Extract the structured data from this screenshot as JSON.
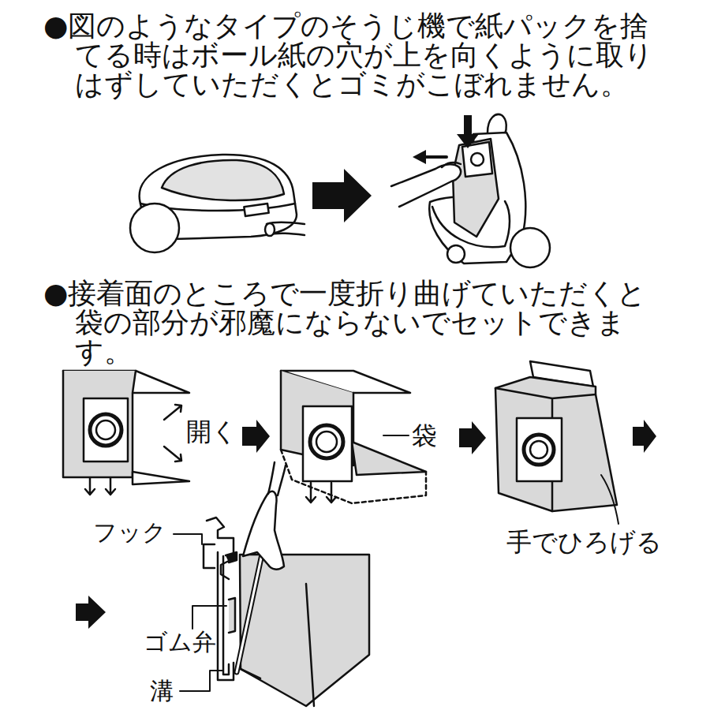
{
  "diagram": {
    "labels": [
      "●図のようなタイプのそうじ機で紙パックを捨てる時はボール紙の穴が上を向くように取りはずしていただくとゴミがこぼれません。",
      "●接着面のところで一度折り曲げていただくと袋の部分が邪魔にならないでセットできます。",
      "開く",
      "袋",
      "手でひろげる",
      "フック",
      "ゴム弁",
      "溝"
    ]
  }
}
